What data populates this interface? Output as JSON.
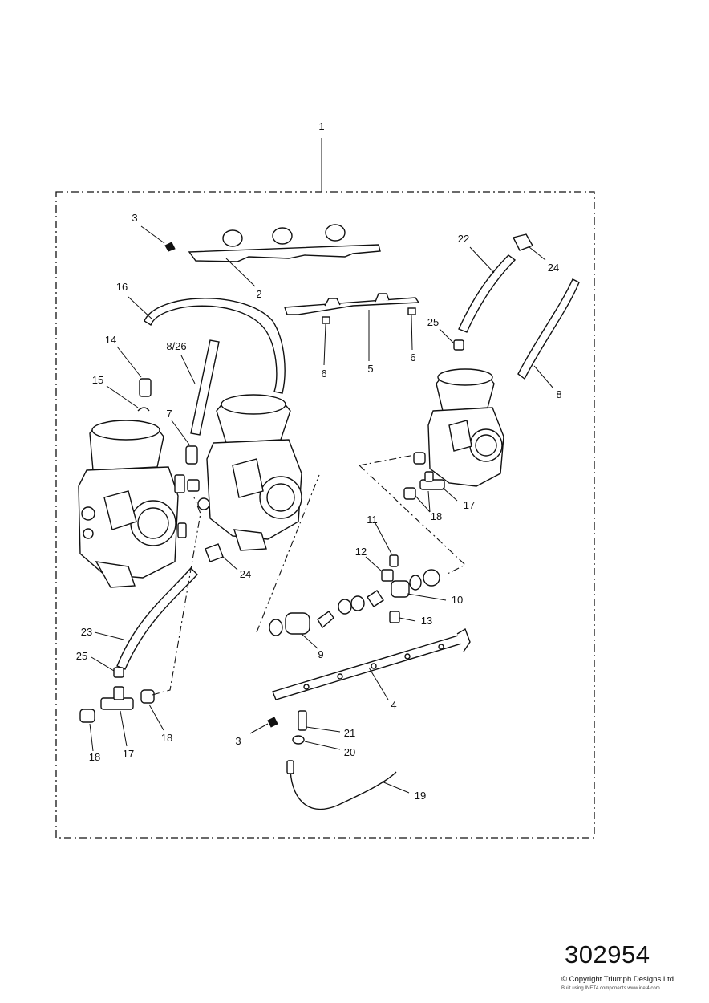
{
  "diagram": {
    "callouts": {
      "c1": "1",
      "c2": "2",
      "c3a": "3",
      "c3b": "3",
      "c4": "4",
      "c5": "5",
      "c6a": "6",
      "c6b": "6",
      "c7": "7",
      "c8": "8",
      "c8_26": "8/26",
      "c9": "9",
      "c10": "10",
      "c11": "11",
      "c12": "12",
      "c13": "13",
      "c14": "14",
      "c15": "15",
      "c16": "16",
      "c17a": "17",
      "c17b": "17",
      "c18a": "18",
      "c18b": "18",
      "c18c": "18",
      "c19": "19",
      "c20": "20",
      "c21": "21",
      "c22": "22",
      "c23": "23",
      "c24a": "24",
      "c24b": "24",
      "c25a": "25",
      "c25b": "25"
    }
  },
  "footer": {
    "diagram_number": "302954",
    "copyright": "© Copyright Triumph Designs Ltd.",
    "subnote": "Built using INET4 components  www.inet4.com"
  }
}
